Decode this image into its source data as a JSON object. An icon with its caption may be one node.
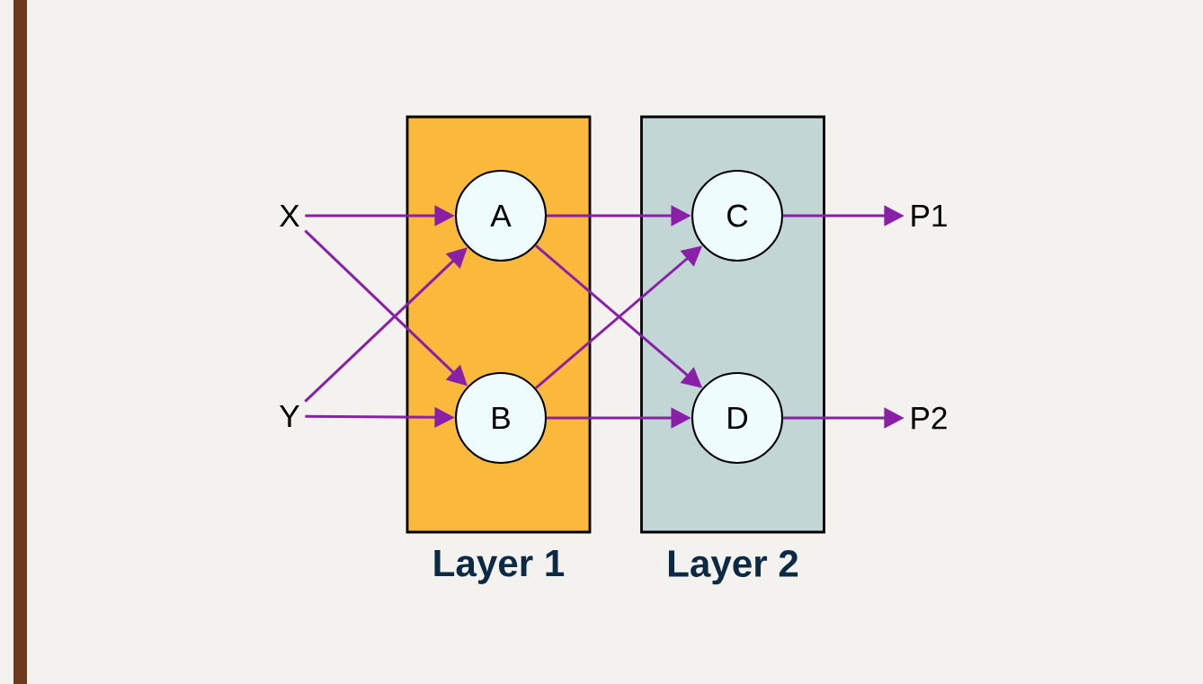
{
  "diagram": {
    "nodes": [
      {
        "text": [
          "Layer 1"
        ]
      },
      {
        "text": [
          "A"
        ],
        "in": 0
      },
      {
        "text": [
          "B"
        ],
        "in": 0
      },
      {
        "text": [
          "Layer 2"
        ]
      },
      {
        "text": [
          "C"
        ],
        "in": 3
      },
      {
        "text": [
          "D"
        ],
        "in": 3
      },
      {
        "text": [
          "X"
        ]
      },
      {
        "text": [
          "Y"
        ]
      },
      {
        "text": [
          "P1"
        ]
      },
      {
        "text": [
          "P2"
        ]
      }
    ],
    "edges": [
      {
        "from": 6,
        "to": 1,
        "arrow": "to"
      },
      {
        "from": 6,
        "to": 2,
        "arrow": "to"
      },
      {
        "from": 7,
        "to": 1,
        "arrow": "to"
      },
      {
        "from": 7,
        "to": 2,
        "arrow": "to"
      },
      {
        "from": 1,
        "to": 4,
        "arrow": "to"
      },
      {
        "from": 1,
        "to": 5,
        "arrow": "to"
      },
      {
        "from": 2,
        "to": 4,
        "arrow": "to"
      },
      {
        "from": 2,
        "to": 5,
        "arrow": "to"
      },
      {
        "from": 4,
        "to": 8,
        "arrow": "to"
      },
      {
        "from": 5,
        "to": 9,
        "arrow": "to"
      }
    ]
  }
}
